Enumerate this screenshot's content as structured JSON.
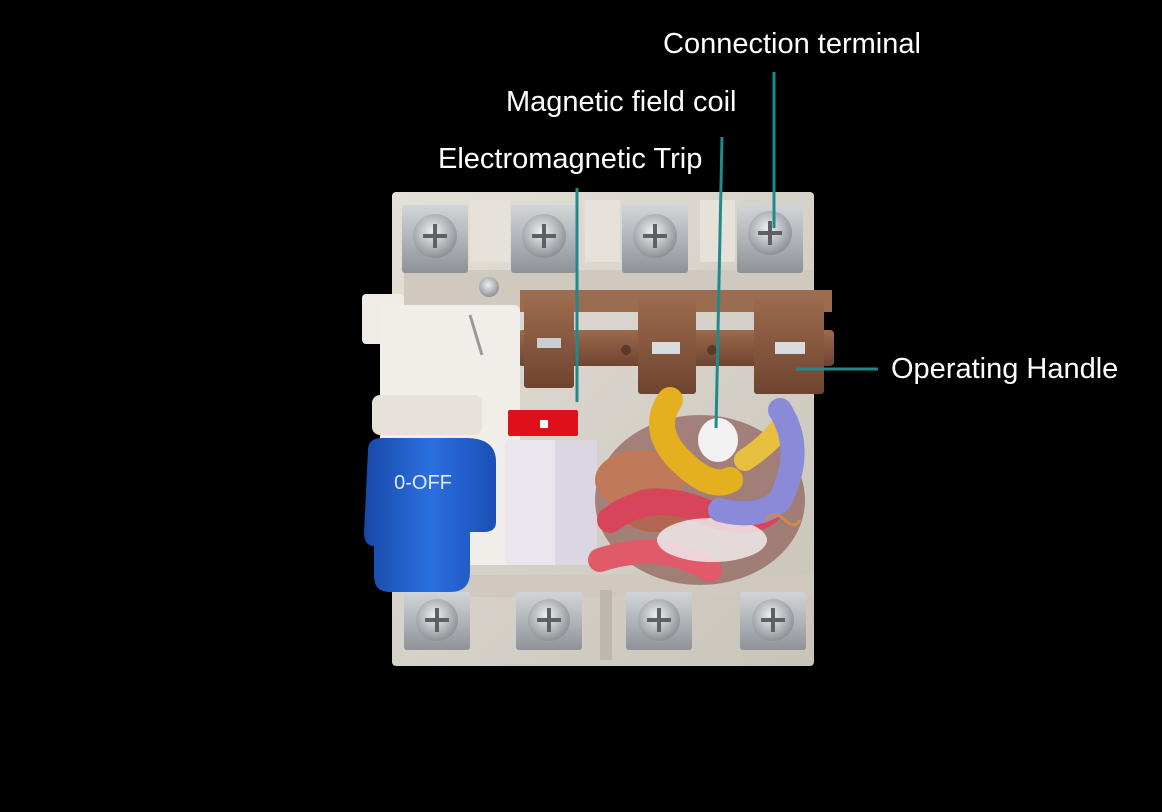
{
  "labels": {
    "connection_terminal": "Connection terminal",
    "magnetic_field_coil": "Magnetic field coil",
    "electromagnetic_trip": "Electromagnetic Trip",
    "operating_handle": "Operating Handle"
  },
  "switch_text": "0-OFF",
  "colors": {
    "leader": "#1e8a8c",
    "housing": "#d9d4cb",
    "terminal": "#b9bcc0",
    "handle": "#8a5a3e",
    "knob": "#1f5fc9",
    "red_indicator": "#e0101a",
    "coil_yellow": "#e4b020",
    "coil_red": "#d8455a",
    "coil_purple": "#8a8ad8",
    "copper": "#c07a5a"
  }
}
